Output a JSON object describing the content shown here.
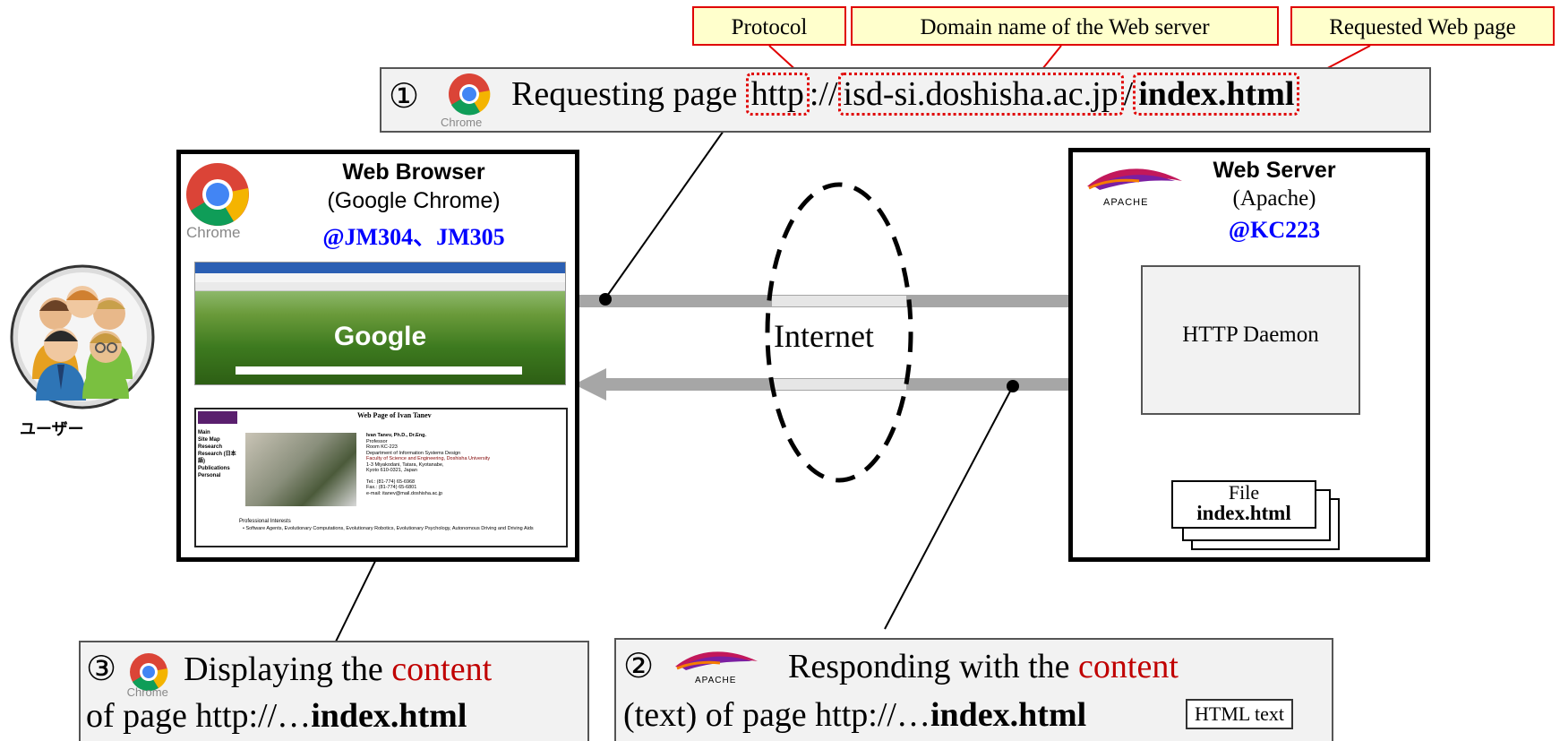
{
  "callouts": {
    "protocol": "Protocol",
    "domain": "Domain name of the Web server",
    "page": "Requested Web page"
  },
  "request": {
    "number": "①",
    "chrome_label": "Chrome",
    "text": "Requesting page",
    "protocol": "http",
    "sep1": "://",
    "domain": "isd-si.doshisha.ac.jp",
    "sep2": "/",
    "page": "index.html"
  },
  "browser": {
    "title": "Web Browser",
    "subtitle": "(Google Chrome)",
    "location": "@JM304、JM305",
    "chrome_label": "Chrome",
    "google_logo": "Google",
    "page_heading": "Web Page of Ivan Tanev",
    "nav": [
      "Main",
      "Site Map",
      "Research",
      "Research (日本語)",
      "Publications",
      "Personal"
    ],
    "name_line": "Ivan Tanev, Ph.D., Dr.Eng.",
    "info_lines": [
      "Professor",
      "Room KC-223",
      "Department of Information Systems Design",
      "Faculty of Science and Engineering, Doshisha University",
      "1-3 Miyakodani, Tatara, Kyotanabe,",
      "Kyoto 610-0321, Japan",
      "",
      "Tel.: (81-774) 65-6968",
      "Fax.: (81-774) 65-6801",
      "e-mail: itanev@mail.doshisha.ac.jp"
    ],
    "interests_title": "Professional Interests",
    "interests_line": "• Software Agents, Evolutionary Computations, Evolutionary Robotics, Evolutionary Psychology, Autonomous Driving and Driving Aids"
  },
  "internet": {
    "label": "Internet"
  },
  "server": {
    "title": "Web Server",
    "subtitle": "(Apache)",
    "location": "@KC223",
    "apache_label": "APACHE",
    "daemon": "HTTP Daemon",
    "file_label": "File",
    "file_name": "index.html"
  },
  "user": {
    "label": "ユーザー"
  },
  "display": {
    "number": "③",
    "chrome_label": "Chrome",
    "line1_a": "Displaying the ",
    "line1_b": "content",
    "line2_a": "of page http://…",
    "line2_b": "index.html"
  },
  "respond": {
    "number": "②",
    "apache_label": "APACHE",
    "line1_a": "Responding with the ",
    "line1_b": "content",
    "line2_a": "(text) of page http://…",
    "line2_b": "index.html",
    "tag": "HTML text"
  },
  "colors": {
    "accent_red": "#c00000",
    "callout_fill": "#ffffcc",
    "link_blue": "#0000ff",
    "arrow_gray": "#a6a6a6",
    "box_gray": "#f2f2f2"
  },
  "icons": [
    "chrome-icon",
    "apache-feather-icon",
    "users-group-icon",
    "google-logo"
  ]
}
